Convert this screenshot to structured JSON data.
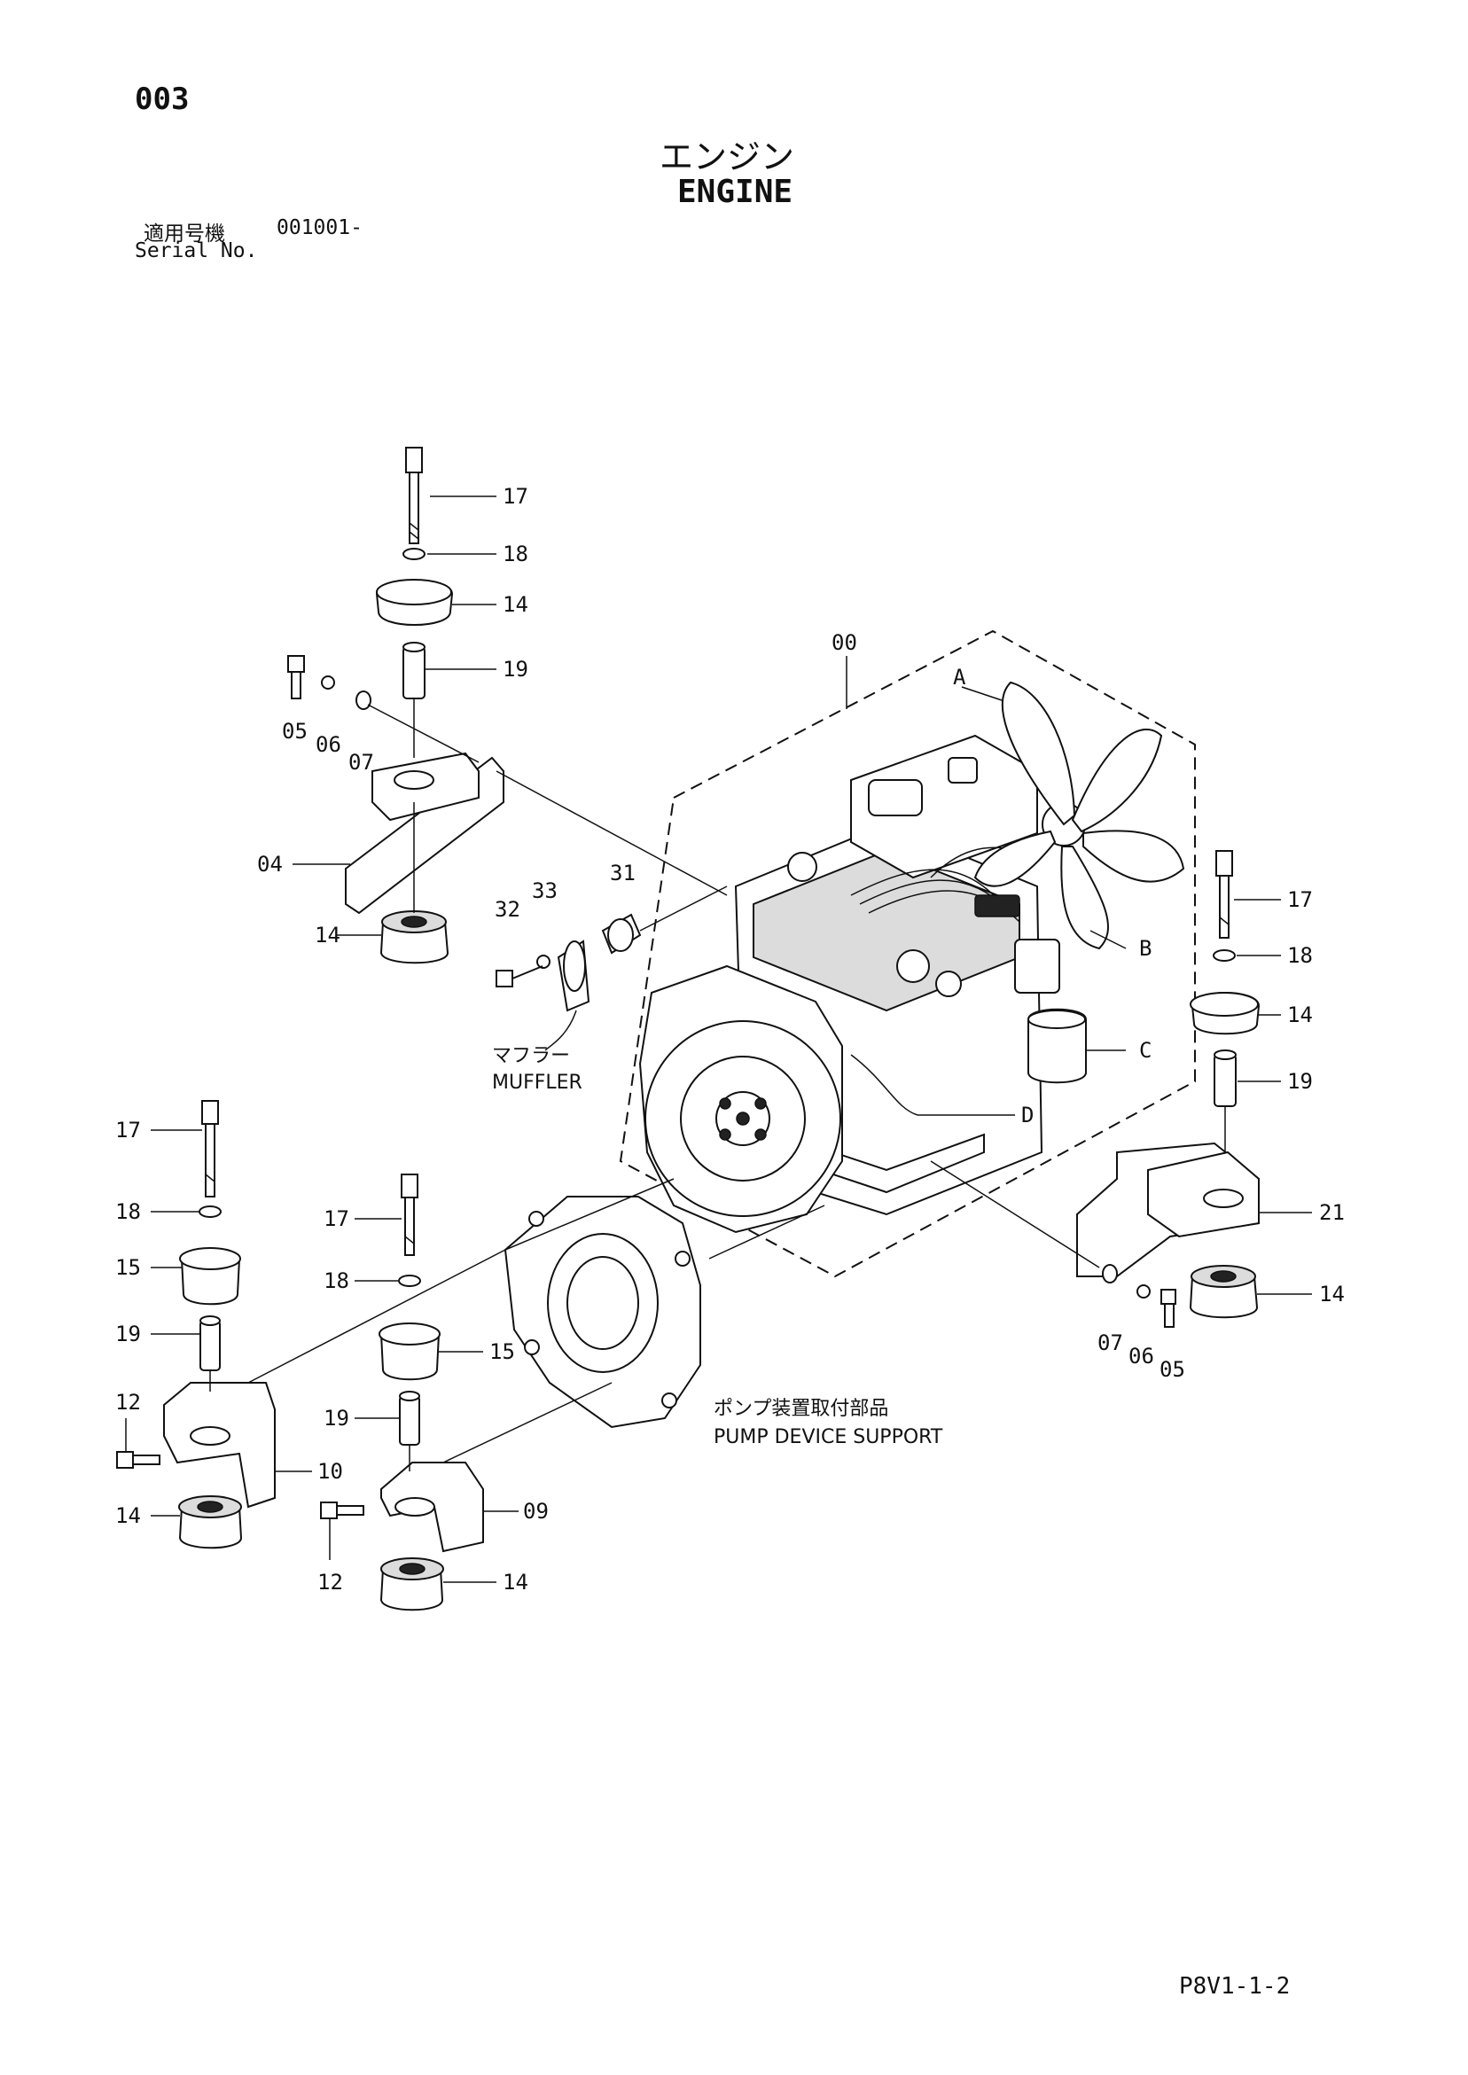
{
  "header": {
    "page_number": "003",
    "title_jp": "エンジン",
    "title_en": "ENGINE",
    "serial_label_jp": "適用号機",
    "serial_value": "001001-",
    "serial_label_en": "Serial No."
  },
  "callouts": {
    "c00": "00",
    "cA": "A",
    "cB": "B",
    "cC": "C",
    "cD": "D",
    "top_left_17": "17",
    "top_left_18": "18",
    "top_left_14": "14",
    "top_left_19": "19",
    "top_left_05": "05",
    "top_left_06": "06",
    "top_left_07": "07",
    "top_left_04": "04",
    "top_left_14b": "14",
    "muffler_32": "32",
    "muffler_33": "33",
    "muffler_31": "31",
    "right_17": "17",
    "right_18": "18",
    "right_14": "14",
    "right_19": "19",
    "right_21": "21",
    "right_14b": "14",
    "right_07": "07",
    "right_06": "06",
    "right_05": "05",
    "bl_17": "17",
    "bl_18": "18",
    "bl_15": "15",
    "bl_19": "19",
    "bl_12": "12",
    "bl_10": "10",
    "bl_14": "14",
    "bm_17": "17",
    "bm_18": "18",
    "bm_15": "15",
    "bm_19": "19",
    "bm_12": "12",
    "bm_09": "09",
    "bm_14": "14"
  },
  "captions": {
    "muffler_jp": "マフラー",
    "muffler_en": "MUFFLER",
    "pump_jp": "ポンプ装置取付部品",
    "pump_en": "PUMP DEVICE SUPPORT"
  },
  "footer": {
    "page_code": "P8V1-1-2"
  }
}
